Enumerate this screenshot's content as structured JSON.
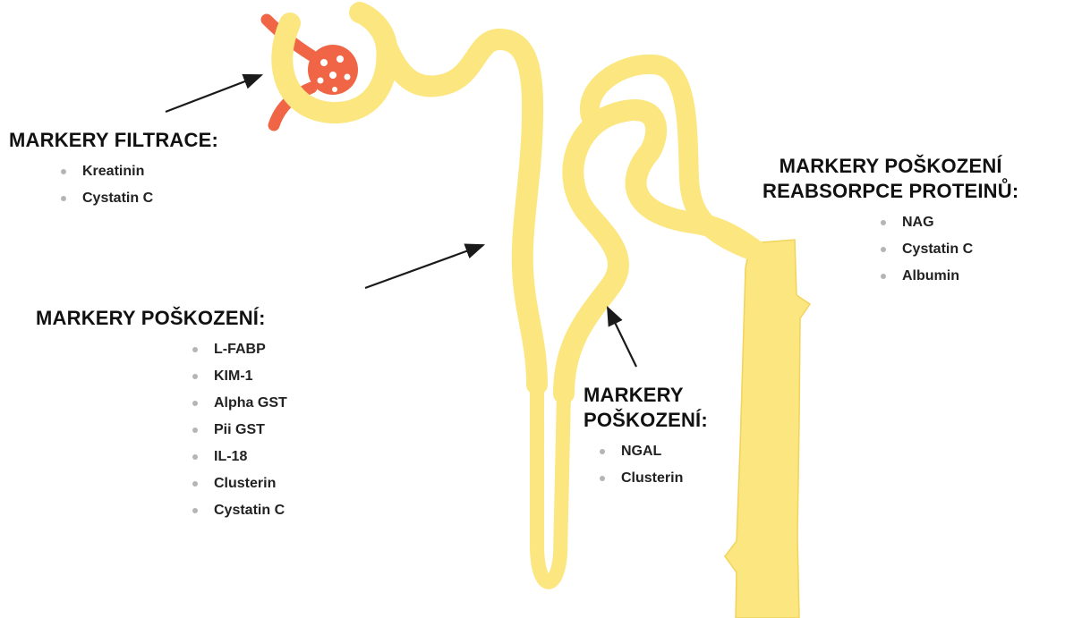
{
  "colors": {
    "tubule": "#fce680",
    "tubule_edge": "#f2d35c",
    "capillary": "#ef6546",
    "arrow": "#1a1a1a",
    "bullet": "#b5b5b5",
    "text": "#111111"
  },
  "groups": {
    "filtration": {
      "heading": [
        "MARKERY FILTRACE:"
      ],
      "items": [
        "Kreatinin",
        "Cystatin C"
      ]
    },
    "damage_left": {
      "heading": [
        "MARKERY POŠKOZENÍ:"
      ],
      "items": [
        "L-FABP",
        "KIM-1",
        "Alpha GST",
        "Pii GST",
        "IL-18",
        "Clusterin",
        "Cystatin C"
      ]
    },
    "damage_mid": {
      "heading": [
        "MARKERY",
        "POŠKOZENÍ:"
      ],
      "items": [
        "NGAL",
        "Clusterin"
      ]
    },
    "reabsorption": {
      "heading": [
        "MARKERY POŠKOZENÍ",
        "REABSORPCE PROTEINŮ:"
      ],
      "items": [
        "NAG",
        "Cystatin C",
        "Albumin"
      ]
    }
  }
}
